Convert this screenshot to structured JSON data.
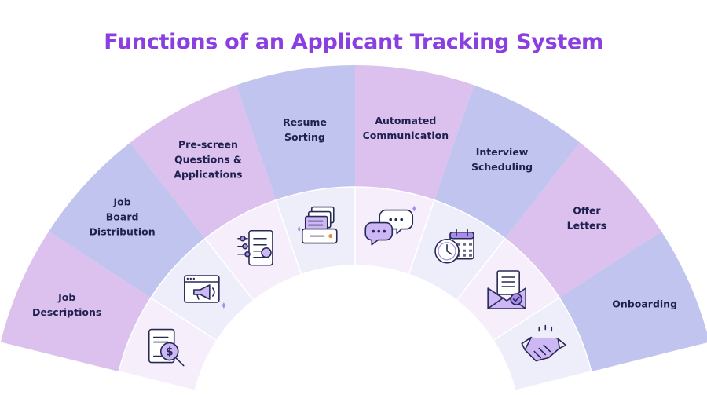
{
  "title": "Functions of an Applicant Tracking System",
  "colors": {
    "title": "#8a3fe0",
    "segment_pink": "#dcc1ee",
    "segment_blue": "#c1c4ee",
    "inner_band": "#f3ecfb",
    "icon_accent": "#a98bea",
    "text": "#1f2050"
  },
  "functions": [
    {
      "label_lines": [
        "Job",
        "Descriptions"
      ],
      "icon": "dollar-document-magnifier-icon"
    },
    {
      "label_lines": [
        "Job",
        "Board",
        "Distribution"
      ],
      "icon": "browser-megaphone-icon"
    },
    {
      "label_lines": [
        "Pre-screen",
        "Questions &",
        "Applications"
      ],
      "icon": "form-checklist-icon"
    },
    {
      "label_lines": [
        "Resume",
        "Sorting"
      ],
      "icon": "document-tray-icon"
    },
    {
      "label_lines": [
        "Automated",
        "Communication"
      ],
      "icon": "chat-bubbles-icon"
    },
    {
      "label_lines": [
        "Interview",
        "Scheduling"
      ],
      "icon": "clock-calendar-icon"
    },
    {
      "label_lines": [
        "Offer",
        "Letters"
      ],
      "icon": "envelope-letter-icon"
    },
    {
      "label_lines": [
        "Onboarding"
      ],
      "icon": "handshake-icon"
    }
  ]
}
